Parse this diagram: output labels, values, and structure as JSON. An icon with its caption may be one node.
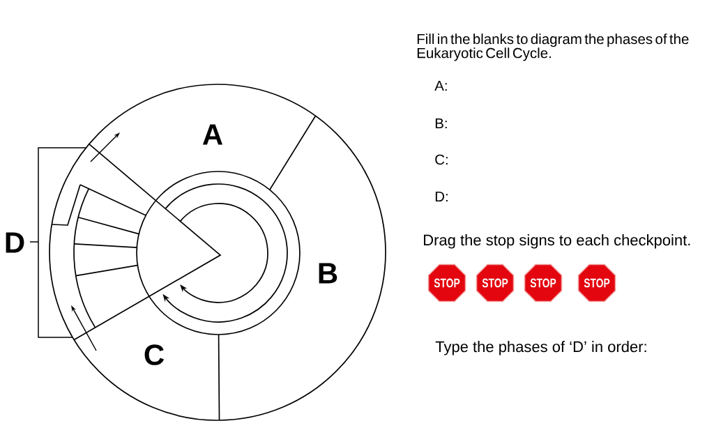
{
  "diagram": {
    "nodes": [
      {
        "text": [
          "STOP"
        ]
      },
      {
        "text": [
          "STOP"
        ]
      },
      {
        "text": [
          "STOP"
        ]
      },
      {
        "text": [
          "STOP"
        ]
      }
    ],
    "labels": [
      "A",
      "D",
      "B",
      "C",
      "Fill in the blanks to diagram the phases of the Eukaryotic Cell Cycle.",
      "A:",
      "B:",
      "C:",
      "D:",
      "Drag the stop signs to each checkpoint.",
      "Type the phases of ‘D’ in order:"
    ]
  }
}
